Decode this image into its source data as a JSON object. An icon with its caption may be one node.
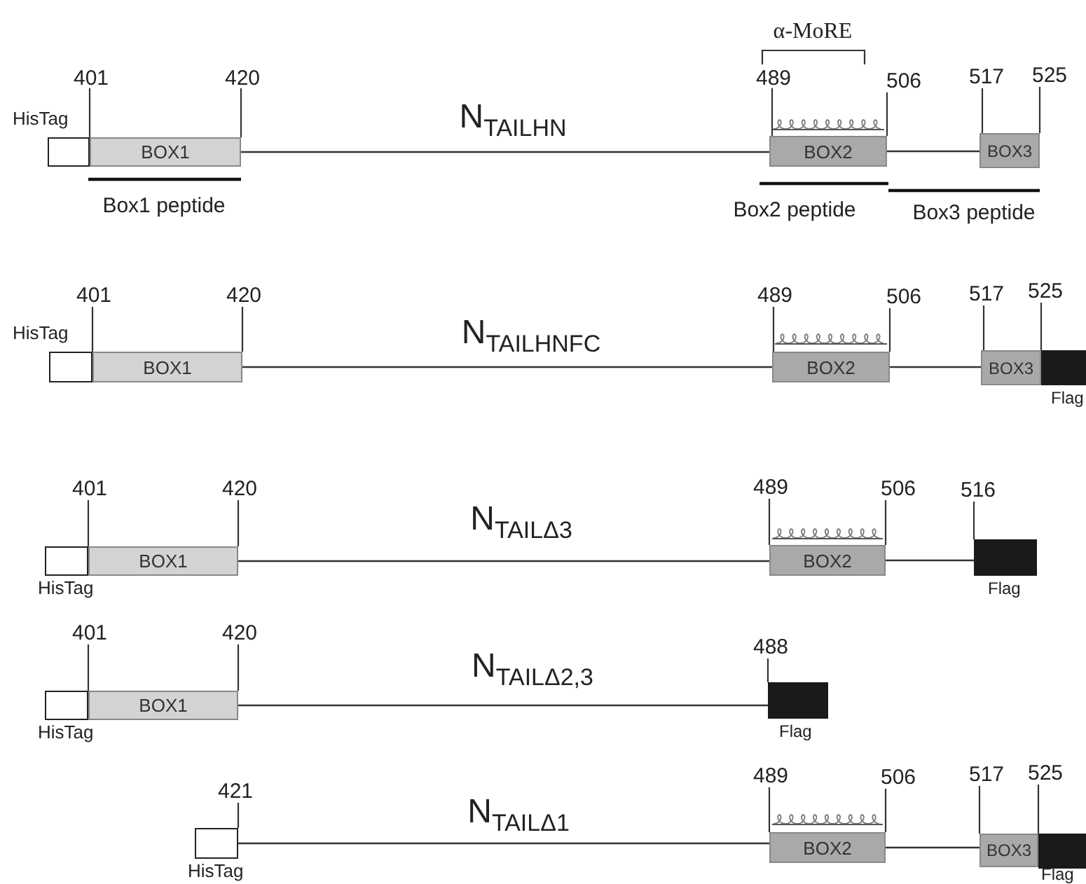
{
  "diagram": {
    "nodes": [
      {
        "text": [],
        "shape": "box",
        "beside": [
          "HisTag"
        ]
      },
      {
        "text": [
          "BOX1"
        ],
        "beside": [
          "401",
          "420"
        ]
      },
      {
        "text": [
          "BOX2"
        ],
        "beside": [
          "489",
          "506"
        ]
      },
      {
        "text": [
          "BOX3"
        ],
        "beside": [
          "517",
          "525"
        ]
      },
      {
        "text": [],
        "shape": "box",
        "beside": [
          "HisTag"
        ]
      },
      {
        "text": [
          "BOX1"
        ],
        "beside": [
          "401",
          "420"
        ]
      },
      {
        "text": [
          "BOX2"
        ],
        "beside": [
          "489",
          "506"
        ]
      },
      {
        "text": [
          "BOX3"
        ],
        "beside": [
          "517",
          "525"
        ]
      },
      {
        "text": [],
        "shape": "box",
        "beside": [
          "Flag"
        ]
      },
      {
        "text": [],
        "shape": "box",
        "beside": [
          "HisTag"
        ]
      },
      {
        "text": [
          "BOX1"
        ],
        "beside": [
          "401",
          "420"
        ]
      },
      {
        "text": [
          "BOX2"
        ],
        "beside": [
          "489",
          "506"
        ]
      },
      {
        "text": [],
        "shape": "box",
        "beside": [
          "516",
          "Flag"
        ]
      },
      {
        "text": [],
        "shape": "box",
        "beside": [
          "HisTag"
        ]
      },
      {
        "text": [
          "BOX1"
        ],
        "beside": [
          "401",
          "420"
        ]
      },
      {
        "text": [],
        "shape": "box",
        "beside": [
          "488",
          "Flag"
        ]
      },
      {
        "text": [],
        "shape": "box",
        "beside": [
          "421",
          "HisTag"
        ]
      },
      {
        "text": [
          "BOX2"
        ],
        "beside": [
          "489",
          "506"
        ]
      },
      {
        "text": [
          "BOX3"
        ],
        "beside": [
          "517",
          "525"
        ]
      },
      {
        "text": [],
        "shape": "box",
        "beside": [
          "Flag"
        ]
      }
    ],
    "edges": [
      {
        "from": 1,
        "to": 2,
        "arrow": "none"
      },
      {
        "from": 2,
        "to": 3,
        "arrow": "none"
      },
      {
        "from": 5,
        "to": 6,
        "arrow": "none"
      },
      {
        "from": 6,
        "to": 7,
        "arrow": "none"
      },
      {
        "from": 10,
        "to": 11,
        "arrow": "none"
      },
      {
        "from": 11,
        "to": 12,
        "arrow": "none"
      },
      {
        "from": 14,
        "to": 15,
        "arrow": "none"
      },
      {
        "from": 16,
        "to": 17,
        "arrow": "none"
      },
      {
        "from": 17,
        "to": 18,
        "arrow": "none"
      }
    ],
    "labels": [
      "α-MoRE",
      "N$_{TAILHN}$",
      "Box1 peptide",
      "Box2 peptide",
      "Box3 peptide",
      "N$_{TAILHNFC}$",
      "N$_{TAILΔ3}$",
      "N$_{TAILΔ2,3}$",
      "N$_{TAILΔ1}$"
    ]
  }
}
